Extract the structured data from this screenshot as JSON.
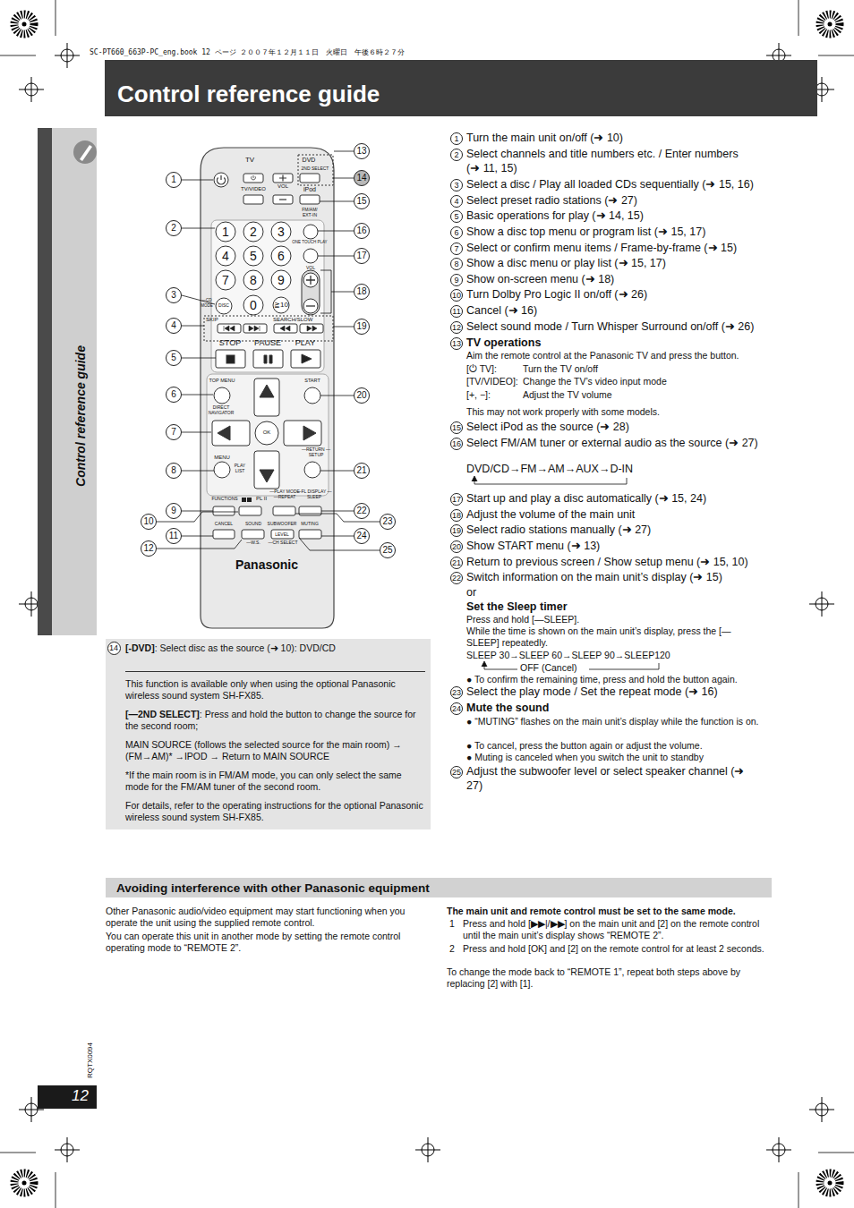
{
  "diagram": {
    "title": "Control reference guide",
    "nodes": [
      {
        "text": [
          "Control reference guide"
        ]
      },
      {
        "text": [
          "14",
          "[-DVD]",
          ": Select disc as the source (➜ 10): DVD/CD",
          "This function is available only when using the optional Panasonic wireless sound system SH-FX85.",
          "[—2ND SELECT]",
          ": Press and hold the button to change the source for the second room;",
          "MAIN SOURCE (follows the selected source for the main room) → (FM→AM)* →IPOD → Return to MAIN SOURCE",
          "*If the main room is in FM/AM mode, you can only select the same mode for the FM/AM tuner of the second room.",
          "For details, refer to the operating instructions for the optional Panasonic wireless sound system SH-FX85."
        ]
      },
      {
        "text": [
          "Avoiding interference with other Panasonic equipment"
        ]
      },
      {
        "text": [
          "12"
        ]
      }
    ],
    "labels": [
      "SC-PT660_663P-PC_eng.book  12 ページ  ２００７年１２月１１日　火曜日　午後６時２７分",
      "TV",
      "DVD",
      "2ND SELECT",
      "TV/VIDEO",
      "VOL",
      "iPod",
      "FM/AM/ EXT-IN",
      "1",
      "2",
      "3",
      "4",
      "5",
      "6",
      "7",
      "8",
      "9",
      "0",
      "≧10",
      "—CD MODE",
      "DISC",
      "ONE TOUCH PLAY",
      "VOL",
      "SKIP",
      "SEARCH/SLOW",
      "STOP",
      "PAUSE",
      "PLAY",
      "TOP MENU",
      "START",
      "DIRECT NAVIGATOR",
      "OK",
      "MENU",
      "PLAY LIST",
      "—RETURN —SETUP",
      "FUNCTIONS",
      "PL II",
      "—PLAY MODE —REPEAT",
      "—FL DISPLAY —SLEEP",
      "CANCEL",
      "SOUND",
      "SUBWOOFER",
      "LEVEL",
      "MUTING",
      "—W.S.",
      "—CH SELECT",
      "Panasonic",
      "1",
      "2",
      "3",
      "4",
      "5",
      "6",
      "7",
      "8",
      "9",
      "10",
      "11",
      "12",
      "13",
      "14",
      "15",
      "16",
      "17",
      "18",
      "19",
      "20",
      "21",
      "22",
      "23",
      "24",
      "25",
      "1",
      "Turn the main unit on/off (➜ 10)",
      "2",
      "Select channels and title numbers etc. / Enter numbers (➜ 11, 15)",
      "3",
      "Select a disc / Play all loaded CDs sequentially (➜ 15, 16)",
      "4",
      "Select preset radio stations (➜ 27)",
      "5",
      "Basic operations for play (➜ 14, 15)",
      "6",
      "Show a disc top menu or program list (➜ 15, 17)",
      "7",
      "Select or confirm menu items / Frame-by-frame (➜ 15)",
      "8",
      "Show a disc menu or play list (➜ 15, 17)",
      "9",
      "Show on-screen menu (➜ 18)",
      "10",
      "Turn Dolby Pro Logic II on/off (➜ 26)",
      "11",
      "Cancel (➜ 16)",
      "12",
      "Select sound mode / Turn Whisper Surround on/off (➜ 26)",
      "13",
      "TV operations",
      "Aim the remote control at the Panasonic TV and press the button.",
      "[⏻ TV]:",
      "Turn the TV on/off",
      "[TV/VIDEO]:",
      "Change the TV’s video input mode",
      "[+, −]:",
      "Adjust the TV volume",
      "This may not work properly with some models.",
      "15",
      "Select iPod as the source (➜ 28)",
      "16",
      "Select FM/AM tuner or external audio as the source (➜ 27)",
      "DVD/CD→FM→AM→AUX→D-IN",
      "17",
      "Start up and play a disc automatically (➜ 15, 24)",
      "18",
      "Adjust the volume of the main unit",
      "19",
      "Select radio stations manually (➜ 27)",
      "20",
      "Show START menu (➜ 13)",
      "21",
      "Return to previous screen / Show setup menu (➜ 15, 10)",
      "22",
      "Switch information on the main unit’s display (➜ 15)",
      "or",
      "Set the Sleep timer",
      "Press and hold [—SLEEP].",
      "While the time is shown on the main unit’s display, press the [—SLEEP] repeatedly.",
      "SLEEP 30→SLEEP 60→SLEEP 90→SLEEP120",
      "OFF (Cancel)",
      "● To confirm the remaining time, press and hold the button again.",
      "23",
      "Select the play mode / Set the repeat mode (➜ 16)",
      "24",
      "Mute the sound",
      "● “MUTING” flashes on the main unit’s display while the function is on.",
      "● To cancel, press the button again or adjust the volume.",
      "● Muting is canceled when you switch the unit to standby",
      "25",
      "Adjust the subwoofer level or select speaker channel (➜ 27)",
      "Other Panasonic audio/video equipment may start functioning when you operate the unit using the supplied remote control.",
      "You can operate this unit in another mode by setting the remote control operating mode to “REMOTE 2”.",
      "The main unit and remote control must be set to the same mode.",
      "1",
      "Press and hold [▶▶|/▶▶] on the main unit and [2] on the remote control until the main unit’s display shows “REMOTE 2”.",
      "2",
      "Press and hold [OK] and [2] on the remote control for at least 2 seconds.",
      "To change the mode back to “REMOTE 1”, repeat both steps above by replacing [2] with [1].",
      "RQTX0094"
    ]
  }
}
